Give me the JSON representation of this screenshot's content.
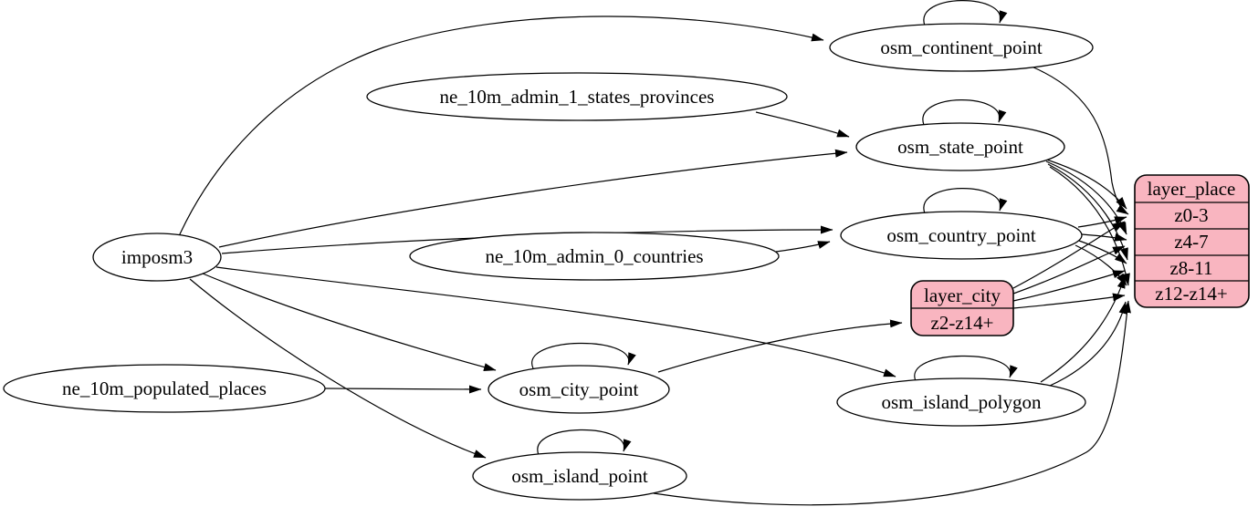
{
  "nodes": {
    "imposm3": "imposm3",
    "ne_10m_admin_1_states_provinces": "ne_10m_admin_1_states_provinces",
    "ne_10m_admin_0_countries": "ne_10m_admin_0_countries",
    "ne_10m_populated_places": "ne_10m_populated_places",
    "osm_continent_point": "osm_continent_point",
    "osm_state_point": "osm_state_point",
    "osm_country_point": "osm_country_point",
    "osm_city_point": "osm_city_point",
    "osm_island_polygon": "osm_island_polygon",
    "osm_island_point": "osm_island_point"
  },
  "records": {
    "layer_city": {
      "title": "layer_city",
      "rows": [
        "z2-z14+"
      ]
    },
    "layer_place": {
      "title": "layer_place",
      "rows": [
        "z0-3",
        "z4-7",
        "z8-11",
        "z12-z14+"
      ]
    }
  },
  "colors": {
    "record_fill": "#f9b5c0",
    "node_fill": "#ffffff",
    "stroke": "#000000",
    "background": "#ffffff"
  },
  "edges": [
    {
      "from": "imposm3",
      "to": "osm_continent_point"
    },
    {
      "from": "imposm3",
      "to": "osm_state_point"
    },
    {
      "from": "imposm3",
      "to": "osm_country_point"
    },
    {
      "from": "imposm3",
      "to": "osm_city_point"
    },
    {
      "from": "imposm3",
      "to": "osm_island_polygon"
    },
    {
      "from": "imposm3",
      "to": "osm_island_point"
    },
    {
      "from": "ne_10m_admin_1_states_provinces",
      "to": "osm_state_point"
    },
    {
      "from": "ne_10m_admin_0_countries",
      "to": "osm_country_point"
    },
    {
      "from": "ne_10m_populated_places",
      "to": "osm_city_point"
    },
    {
      "from": "osm_continent_point",
      "to": "osm_continent_point"
    },
    {
      "from": "osm_state_point",
      "to": "osm_state_point"
    },
    {
      "from": "osm_country_point",
      "to": "osm_country_point"
    },
    {
      "from": "osm_city_point",
      "to": "osm_city_point"
    },
    {
      "from": "osm_island_polygon",
      "to": "osm_island_polygon"
    },
    {
      "from": "osm_island_point",
      "to": "osm_island_point"
    },
    {
      "from": "osm_city_point",
      "to": "layer_city:z2-z14+"
    },
    {
      "from": "osm_continent_point",
      "to": "layer_place:z0-3"
    },
    {
      "from": "osm_state_point",
      "to": "layer_place:z0-3"
    },
    {
      "from": "osm_state_point",
      "to": "layer_place:z4-7"
    },
    {
      "from": "osm_state_point",
      "to": "layer_place:z8-11"
    },
    {
      "from": "osm_state_point",
      "to": "layer_place:z12-z14+"
    },
    {
      "from": "osm_country_point",
      "to": "layer_place:z0-3"
    },
    {
      "from": "osm_country_point",
      "to": "layer_place:z4-7"
    },
    {
      "from": "osm_country_point",
      "to": "layer_place:z8-11"
    },
    {
      "from": "osm_country_point",
      "to": "layer_place:z12-z14+"
    },
    {
      "from": "layer_city",
      "to": "layer_place:z0-3"
    },
    {
      "from": "layer_city",
      "to": "layer_place:z4-7"
    },
    {
      "from": "layer_city",
      "to": "layer_place:z8-11"
    },
    {
      "from": "layer_city",
      "to": "layer_place:z12-z14+"
    },
    {
      "from": "osm_island_polygon",
      "to": "layer_place:z8-11"
    },
    {
      "from": "osm_island_polygon",
      "to": "layer_place:z12-z14+"
    },
    {
      "from": "osm_island_point",
      "to": "layer_place:z12-z14+"
    }
  ]
}
